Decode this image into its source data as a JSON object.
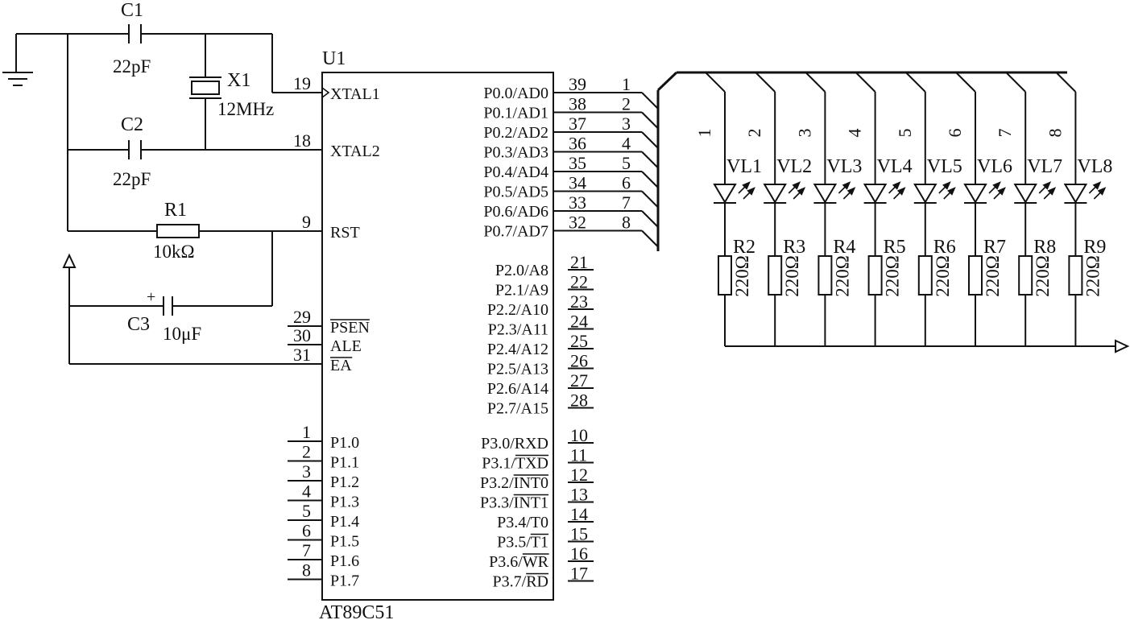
{
  "chip": {
    "ref": "U1",
    "part": "AT89C51",
    "left_pins": [
      {
        "num": "19",
        "name": "XTAL1"
      },
      {
        "num": "18",
        "name": "XTAL2"
      },
      {
        "num": "9",
        "name": "RST"
      },
      {
        "num": "29",
        "name": "PSEN",
        "bar": true
      },
      {
        "num": "30",
        "name": "ALE"
      },
      {
        "num": "31",
        "name": "EA",
        "bar": true
      },
      {
        "num": "1",
        "name": "P1.0"
      },
      {
        "num": "2",
        "name": "P1.1"
      },
      {
        "num": "3",
        "name": "P1.2"
      },
      {
        "num": "4",
        "name": "P1.3"
      },
      {
        "num": "5",
        "name": "P1.4"
      },
      {
        "num": "6",
        "name": "P1.5"
      },
      {
        "num": "7",
        "name": "P1.6"
      },
      {
        "num": "8",
        "name": "P1.7"
      }
    ],
    "p0_pins": [
      {
        "num": "39",
        "name": "P0.0/AD0",
        "bus": "1"
      },
      {
        "num": "38",
        "name": "P0.1/AD1",
        "bus": "2"
      },
      {
        "num": "37",
        "name": "P0.2/AD2",
        "bus": "3"
      },
      {
        "num": "36",
        "name": "P0.3/AD3",
        "bus": "4"
      },
      {
        "num": "35",
        "name": "P0.4/AD4",
        "bus": "5"
      },
      {
        "num": "34",
        "name": "P0.5/AD5",
        "bus": "6"
      },
      {
        "num": "33",
        "name": "P0.6/AD6",
        "bus": "7"
      },
      {
        "num": "32",
        "name": "P0.7/AD7",
        "bus": "8"
      }
    ],
    "p2_pins": [
      {
        "num": "21",
        "name": "P2.0/A8"
      },
      {
        "num": "22",
        "name": "P2.1/A9"
      },
      {
        "num": "23",
        "name": "P2.2/A10"
      },
      {
        "num": "24",
        "name": "P2.3/A11"
      },
      {
        "num": "25",
        "name": "P2.4/A12"
      },
      {
        "num": "26",
        "name": "P2.5/A13"
      },
      {
        "num": "27",
        "name": "P2.6/A14"
      },
      {
        "num": "28",
        "name": "P2.7/A15"
      }
    ],
    "p3_pins": [
      {
        "num": "10",
        "pre": "P3.0/",
        "fn": "RXD",
        "bar": false
      },
      {
        "num": "11",
        "pre": "P3.1/",
        "fn": "TXD",
        "bar": true
      },
      {
        "num": "12",
        "pre": "P3.2/",
        "fn": "INT0",
        "bar": true
      },
      {
        "num": "13",
        "pre": "P3.3/",
        "fn": "INT1",
        "bar": true
      },
      {
        "num": "14",
        "pre": "P3.4/",
        "fn": "T0",
        "bar": false
      },
      {
        "num": "15",
        "pre": "P3.5/",
        "fn": "T1",
        "bar": true
      },
      {
        "num": "16",
        "pre": "P3.6/",
        "fn": "WR",
        "bar": true
      },
      {
        "num": "17",
        "pre": "P3.7/",
        "fn": "RD",
        "bar": true
      }
    ]
  },
  "components": {
    "c1": {
      "ref": "C1",
      "value": "22pF"
    },
    "c2": {
      "ref": "C2",
      "value": "22pF"
    },
    "c3": {
      "ref": "C3",
      "value": "10μF",
      "polarity": "+"
    },
    "x1": {
      "ref": "X1",
      "value": "12MHz"
    },
    "r1": {
      "ref": "R1",
      "value": "10kΩ"
    }
  },
  "led_array": [
    {
      "bus": "1",
      "led": "VL1",
      "res": "R2",
      "value": "220Ω"
    },
    {
      "bus": "2",
      "led": "VL2",
      "res": "R3",
      "value": "220Ω"
    },
    {
      "bus": "3",
      "led": "VL3",
      "res": "R4",
      "value": "220Ω"
    },
    {
      "bus": "4",
      "led": "VL4",
      "res": "R5",
      "value": "220Ω"
    },
    {
      "bus": "5",
      "led": "VL5",
      "res": "R6",
      "value": "220Ω"
    },
    {
      "bus": "6",
      "led": "VL6",
      "res": "R7",
      "value": "220Ω"
    },
    {
      "bus": "7",
      "led": "VL7",
      "res": "R8",
      "value": "220Ω"
    },
    {
      "bus": "8",
      "led": "VL8",
      "res": "R9",
      "value": "220Ω"
    }
  ]
}
